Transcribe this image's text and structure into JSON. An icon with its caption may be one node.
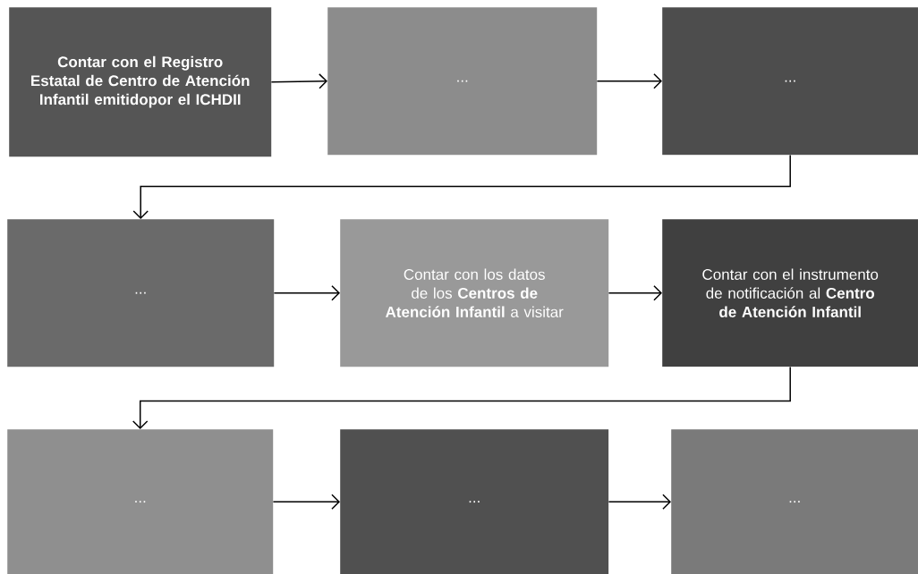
{
  "diagram": {
    "nodes": [
      {
        "text": [
          "Contar con el Registro Estatal de Centro de Atención Infantil emitidopor el ICHDII"
        ]
      },
      {
        "text": [
          "..."
        ]
      },
      {
        "text": [
          "..."
        ]
      },
      {
        "text": [
          "..."
        ]
      },
      {
        "text": [
          "Contar con los datos de los **Centros de Atención Infantil** a visitar"
        ]
      },
      {
        "text": [
          "Contar con el instrumento de notificación al **Centro de Atención Infantil**"
        ]
      },
      {
        "text": [
          "..."
        ]
      },
      {
        "text": [
          "..."
        ]
      },
      {
        "text": [
          "..."
        ]
      }
    ],
    "edges": [
      {
        "from": 0,
        "to": 1,
        "arrow": "to"
      },
      {
        "from": 1,
        "to": 2,
        "arrow": "to"
      },
      {
        "from": 2,
        "to": 3,
        "arrow": "to"
      },
      {
        "from": 3,
        "to": 4,
        "arrow": "to"
      },
      {
        "from": 4,
        "to": 5,
        "arrow": "to"
      },
      {
        "from": 5,
        "to": 6,
        "arrow": "to"
      },
      {
        "from": 6,
        "to": 7,
        "arrow": "to"
      },
      {
        "from": 7,
        "to": 8,
        "arrow": "to"
      }
    ]
  }
}
